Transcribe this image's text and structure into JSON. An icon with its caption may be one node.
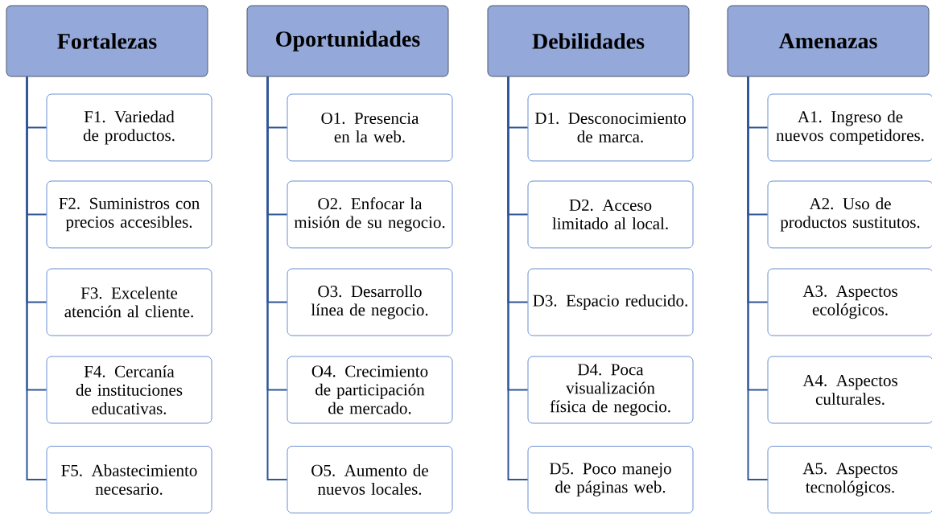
{
  "diagram": {
    "nodes": [
      {
        "text": [
          "Fortalezas"
        ]
      },
      {
        "text": [
          "F1. Variedad de productos."
        ]
      },
      {
        "text": [
          "F2. Suministros con precios accesibles."
        ]
      },
      {
        "text": [
          "F3. Excelente atención al cliente."
        ]
      },
      {
        "text": [
          "F4. Cercanía de instituciones educativas."
        ]
      },
      {
        "text": [
          "F5. Abastecimiento necesario."
        ]
      },
      {
        "text": [
          "Oportunidades"
        ]
      },
      {
        "text": [
          "O1. Presencia en la web."
        ]
      },
      {
        "text": [
          "O2. Enfocar la misión de su negocio."
        ]
      },
      {
        "text": [
          "O3. Desarrollo línea de negocio."
        ]
      },
      {
        "text": [
          "O4. Crecimiento de participación de mercado."
        ]
      },
      {
        "text": [
          "O5. Aumento de nuevos locales."
        ]
      },
      {
        "text": [
          "Debilidades"
        ]
      },
      {
        "text": [
          "D1. Desconocimiento de marca."
        ]
      },
      {
        "text": [
          "D2. Acceso limitado al local."
        ]
      },
      {
        "text": [
          "D3. Espacio reducido."
        ]
      },
      {
        "text": [
          "D4. Poca visualización física de negocio."
        ]
      },
      {
        "text": [
          "D5. Poco manejo de páginas web."
        ]
      },
      {
        "text": [
          "Amenazas"
        ]
      },
      {
        "text": [
          "A1. Ingreso de nuevos competidores."
        ]
      },
      {
        "text": [
          "A2. Uso de productos sustitutos."
        ]
      },
      {
        "text": [
          "A3. Aspectos ecológicos."
        ]
      },
      {
        "text": [
          "A4. Aspectos culturales."
        ]
      },
      {
        "text": [
          "A5. Aspectos tecnológicos."
        ]
      }
    ],
    "edges": [
      {
        "from": 0,
        "to": 1,
        "arrow": "none"
      },
      {
        "from": 0,
        "to": 2,
        "arrow": "none"
      },
      {
        "from": 0,
        "to": 3,
        "arrow": "none"
      },
      {
        "from": 0,
        "to": 4,
        "arrow": "none"
      },
      {
        "from": 0,
        "to": 5,
        "arrow": "none"
      },
      {
        "from": 6,
        "to": 7,
        "arrow": "none"
      },
      {
        "from": 6,
        "to": 8,
        "arrow": "none"
      },
      {
        "from": 6,
        "to": 9,
        "arrow": "none"
      },
      {
        "from": 6,
        "to": 10,
        "arrow": "none"
      },
      {
        "from": 6,
        "to": 11,
        "arrow": "none"
      },
      {
        "from": 12,
        "to": 13,
        "arrow": "none"
      },
      {
        "from": 12,
        "to": 14,
        "arrow": "none"
      },
      {
        "from": 12,
        "to": 15,
        "arrow": "none"
      },
      {
        "from": 12,
        "to": 16,
        "arrow": "none"
      },
      {
        "from": 12,
        "to": 17,
        "arrow": "none"
      },
      {
        "from": 18,
        "to": 19,
        "arrow": "none"
      },
      {
        "from": 18,
        "to": 20,
        "arrow": "none"
      },
      {
        "from": 18,
        "to": 21,
        "arrow": "none"
      },
      {
        "from": 18,
        "to": 22,
        "arrow": "none"
      },
      {
        "from": 18,
        "to": 23,
        "arrow": "none"
      }
    ]
  }
}
